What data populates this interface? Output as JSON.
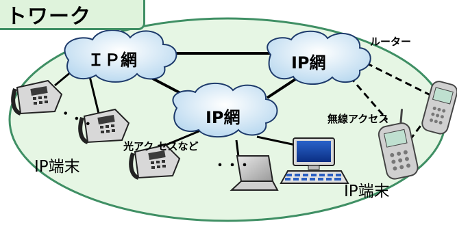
{
  "title": "トワーク",
  "clouds": [
    {
      "label": "ＩＰ網"
    },
    {
      "label": "IP網"
    },
    {
      "label": "IP網"
    }
  ],
  "labels": {
    "router": "ルーター",
    "wireless": "無線アクセス",
    "optical": "光アク セスなど",
    "ip_terminal_left": "IP端末",
    "ip_terminal_right": "IP端末",
    "ellipsis_left": "・・・",
    "ellipsis_center": "・・・"
  },
  "colors": {
    "ellipse_fill": "#e6f6e4",
    "ellipse_stroke": "#3f8f64",
    "cloud_fill": "#e8f3fb",
    "cloud_stroke": "#1d3a6b",
    "link": "#000000"
  }
}
